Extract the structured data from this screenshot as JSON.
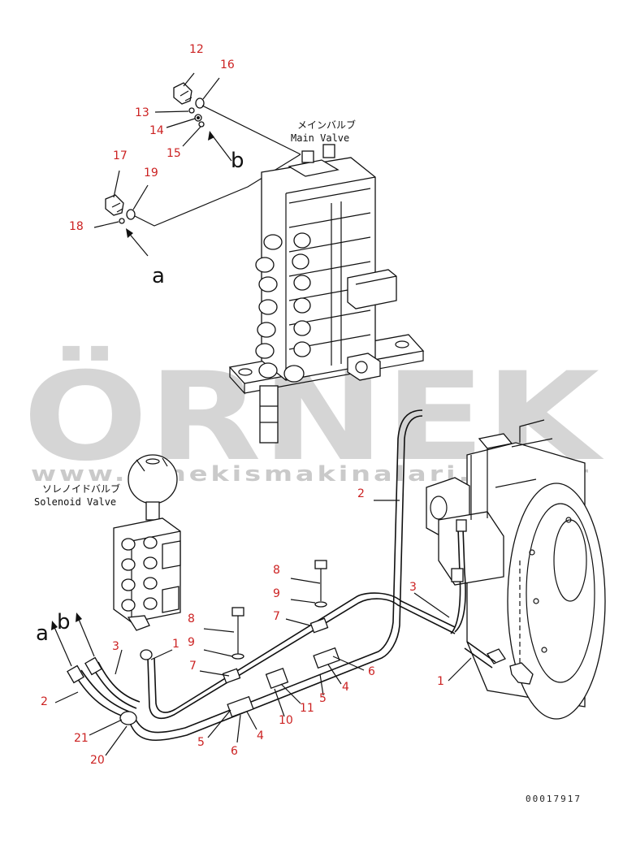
{
  "watermark": {
    "brand": "ÖRNEK",
    "url": "www.ornekismakinalari.com.tr",
    "accent_color": "#f4d88a"
  },
  "labels": {
    "main_valve_jp": "メインバルブ",
    "main_valve_en": "Main Valve",
    "solenoid_valve_jp": "ソレノイドバルブ",
    "solenoid_valve_en": "Solenoid Valve",
    "arrow_a": "a",
    "arrow_b": "b",
    "arrow_a_left": "a",
    "arrow_b_left": "b",
    "drawing_number": "00017917"
  },
  "callouts": {
    "c12": "12",
    "c16": "16",
    "c13": "13",
    "c14": "14",
    "c15": "15",
    "c17": "17",
    "c19": "19",
    "c18": "18",
    "c2_top": "2",
    "c3_right": "3",
    "c1_right": "1",
    "c8_top": "8",
    "c9_top": "9",
    "c7_top": "7",
    "c6_right": "6",
    "c4_right": "4",
    "c5_right": "5",
    "c11": "11",
    "c10": "10",
    "c8_left": "8",
    "c9_left": "9",
    "c7_left": "7",
    "c1_left": "1",
    "c3_left": "3",
    "c2_left": "2",
    "c21": "21",
    "c20": "20",
    "c5_bottom": "5",
    "c6_bottom": "6",
    "c4_bottom": "4"
  },
  "colors": {
    "callout": "#cc2222",
    "line": "#111111",
    "watermark_text": "#c8c8c8"
  }
}
